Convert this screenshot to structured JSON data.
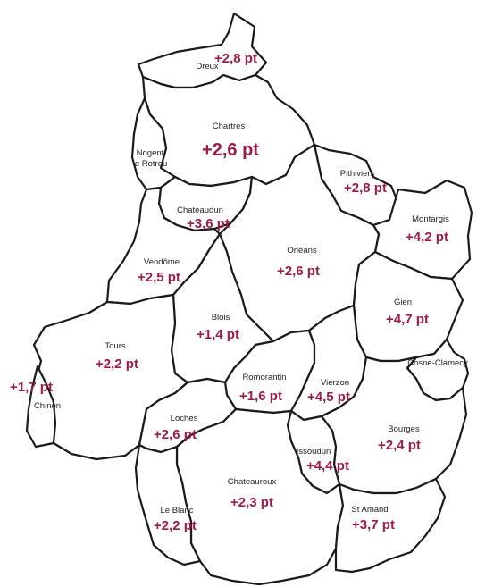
{
  "colors": {
    "value": "#9b1c4a",
    "border": "#1a1a1a"
  },
  "regions": [
    {
      "name": "Dreux",
      "value": "+2,8 pt"
    },
    {
      "name": "Chartres",
      "value": "+2,6 pt"
    },
    {
      "name": "Nogent\nle Rotrou",
      "value": ""
    },
    {
      "name": "Chateaudun",
      "value": "+3,6 pt"
    },
    {
      "name": "Pithiviers",
      "value": "+2,8 pt"
    },
    {
      "name": "Montargis",
      "value": "+4,2 pt"
    },
    {
      "name": "Orléans",
      "value": "+2,6 pt"
    },
    {
      "name": "Vendôme",
      "value": "+2,5 pt"
    },
    {
      "name": "Gien",
      "value": "+4,7 pt"
    },
    {
      "name": "Blois",
      "value": "+1,4 pt"
    },
    {
      "name": "Tours",
      "value": "+2,2 pt"
    },
    {
      "name": "Cosne-Clamecy",
      "value": ""
    },
    {
      "name": "Chinon",
      "value": "+1,7 pt"
    },
    {
      "name": "Romorantin",
      "value": "+1,6 pt"
    },
    {
      "name": "Vierzon",
      "value": "+4,5 pt"
    },
    {
      "name": "Loches",
      "value": "+2,6 pt"
    },
    {
      "name": "Bourges",
      "value": "+2,4 pt"
    },
    {
      "name": "Issoudun",
      "value": "+4,4 pt"
    },
    {
      "name": "Chateauroux",
      "value": "+2,3 pt"
    },
    {
      "name": "Le Blanc",
      "value": "+2,2 pt"
    },
    {
      "name": "St Amand",
      "value": "+3,7 pt"
    }
  ]
}
